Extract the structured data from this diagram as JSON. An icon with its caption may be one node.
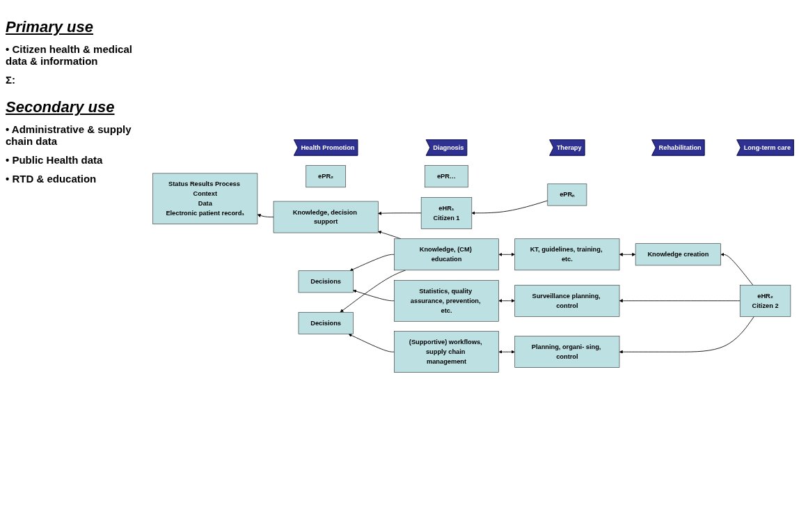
{
  "diagram": {
    "nodes": [
      {
        "text": [
          "Health Promotion"
        ]
      },
      {
        "text": [
          "Diagnosis"
        ]
      },
      {
        "text": [
          "Therapy"
        ]
      },
      {
        "text": [
          "Rehabilitation"
        ]
      },
      {
        "text": [
          "Long-term care"
        ]
      },
      {
        "text": [
          "Knowledge, decision support"
        ]
      },
      {
        "text": [
          "Status Results Process Context",
          "Data",
          "Electronic patient record₁"
        ]
      },
      {
        "text": [
          "ePR₂"
        ]
      },
      {
        "text": [
          "ePR…"
        ]
      },
      {
        "text": [
          "ePRₙ"
        ]
      },
      {
        "text": [
          "eHR₁",
          "Citizen 1"
        ]
      },
      {
        "text": [
          "eHR₂",
          "Citizen 2"
        ]
      },
      {
        "text": [
          "Decisions"
        ]
      },
      {
        "text": [
          "(Supportive) workflows, supply chain management"
        ]
      },
      {
        "text": [
          "Planning, organi- sing, control"
        ]
      },
      {
        "text": [
          "Decisions"
        ]
      },
      {
        "text": [
          "Statistics, quality assurance, prevention, etc."
        ]
      },
      {
        "text": [
          "Surveillance planning, control"
        ]
      },
      {
        "text": [
          "Knowledge, (CM) education"
        ]
      },
      {
        "text": [
          "KT, guidelines, training, etc."
        ]
      },
      {
        "text": [
          "Knowledge creation"
        ]
      }
    ],
    "edges": [
      {
        "from": 5,
        "to": 6,
        "arrow": "to"
      },
      {
        "from": 9,
        "to": 10,
        "arrow": "to"
      },
      {
        "from": 10,
        "to": 5,
        "arrow": "to"
      },
      {
        "from": 11,
        "to": 14,
        "arrow": "to"
      },
      {
        "from": 11,
        "to": 17,
        "arrow": "to"
      },
      {
        "from": 11,
        "to": 20,
        "arrow": "to"
      },
      {
        "from": 13,
        "to": 12,
        "arrow": "to"
      },
      {
        "from": 14,
        "to": 13,
        "arrow": "both"
      },
      {
        "from": 16,
        "to": 15,
        "arrow": "to"
      },
      {
        "from": 17,
        "to": 16,
        "arrow": "both"
      },
      {
        "from": 19,
        "to": 18,
        "arrow": "both"
      },
      {
        "from": 20,
        "to": 19,
        "arrow": "both"
      },
      {
        "from": 18,
        "to": 12,
        "arrow": "to"
      },
      {
        "from": 18,
        "to": 15,
        "arrow": "to"
      },
      {
        "from": 18,
        "to": 5,
        "arrow": "to"
      }
    ],
    "labels": [
      "Primary use",
      "• Citizen health & medical data & information",
      "Σ:",
      "Secondary use",
      "• Administrative & supply chain data",
      "• Public Health data",
      "• RTD & education"
    ]
  }
}
